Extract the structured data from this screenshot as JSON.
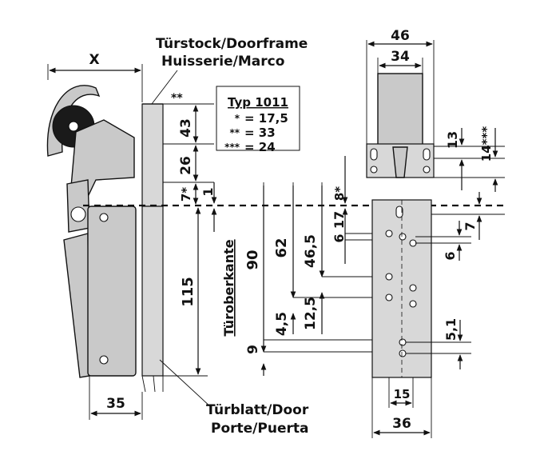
{
  "labels": {
    "doorframe": [
      "Türstock/Doorframe",
      "Huisserie/Marco"
    ],
    "door": [
      "Türblatt/Door",
      "Porte/Puerta"
    ],
    "door_edge": "Türoberkante"
  },
  "type_table": {
    "title": "Typ 1011",
    "rows": [
      {
        "mark": "*",
        "value": "= 17,5"
      },
      {
        "mark": "**",
        "value": "= 33"
      },
      {
        "mark": "***",
        "value": "= 24"
      }
    ]
  },
  "dimensions": {
    "x": "X",
    "d43": "43",
    "d43_mark": "**",
    "d26": "26",
    "d7": "7*",
    "d1": "1",
    "d115": "115",
    "d35": "35",
    "d90": "90",
    "d62": "62",
    "d46_5": "46,5",
    "d4_5": "4,5",
    "d12_5": "12,5",
    "d9": "9",
    "d8": "8*",
    "d17": "17",
    "d6a": "6",
    "d46": "46",
    "d34": "34",
    "d13": "13",
    "d14": "14***",
    "d7b": "7",
    "d6b": "6",
    "d5_1": "5,1",
    "d15": "15",
    "d36": "36"
  }
}
